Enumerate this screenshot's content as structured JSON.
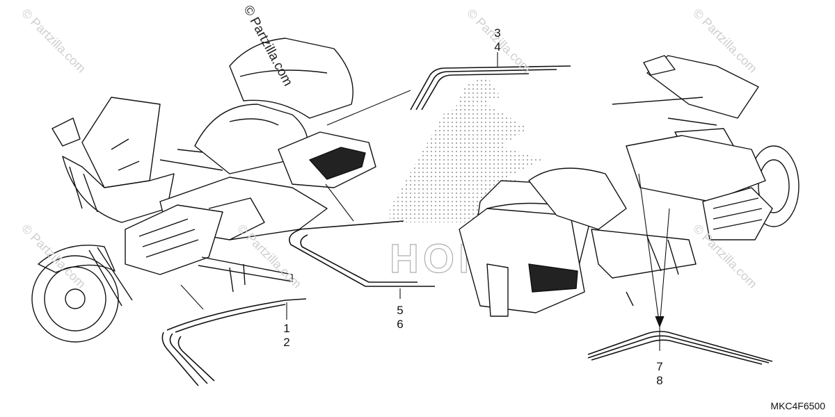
{
  "watermark": {
    "text": "© Partzilla.com"
  },
  "callouts": [
    {
      "id": "c1",
      "lines": [
        "1",
        "2"
      ]
    },
    {
      "id": "c3",
      "lines": [
        "3",
        "4"
      ]
    },
    {
      "id": "c5",
      "lines": [
        "5",
        "6"
      ]
    },
    {
      "id": "c7",
      "lines": [
        "7",
        "8"
      ]
    }
  ],
  "diagram_code": "MKC4F6500",
  "background_logo_text": "HONDA"
}
